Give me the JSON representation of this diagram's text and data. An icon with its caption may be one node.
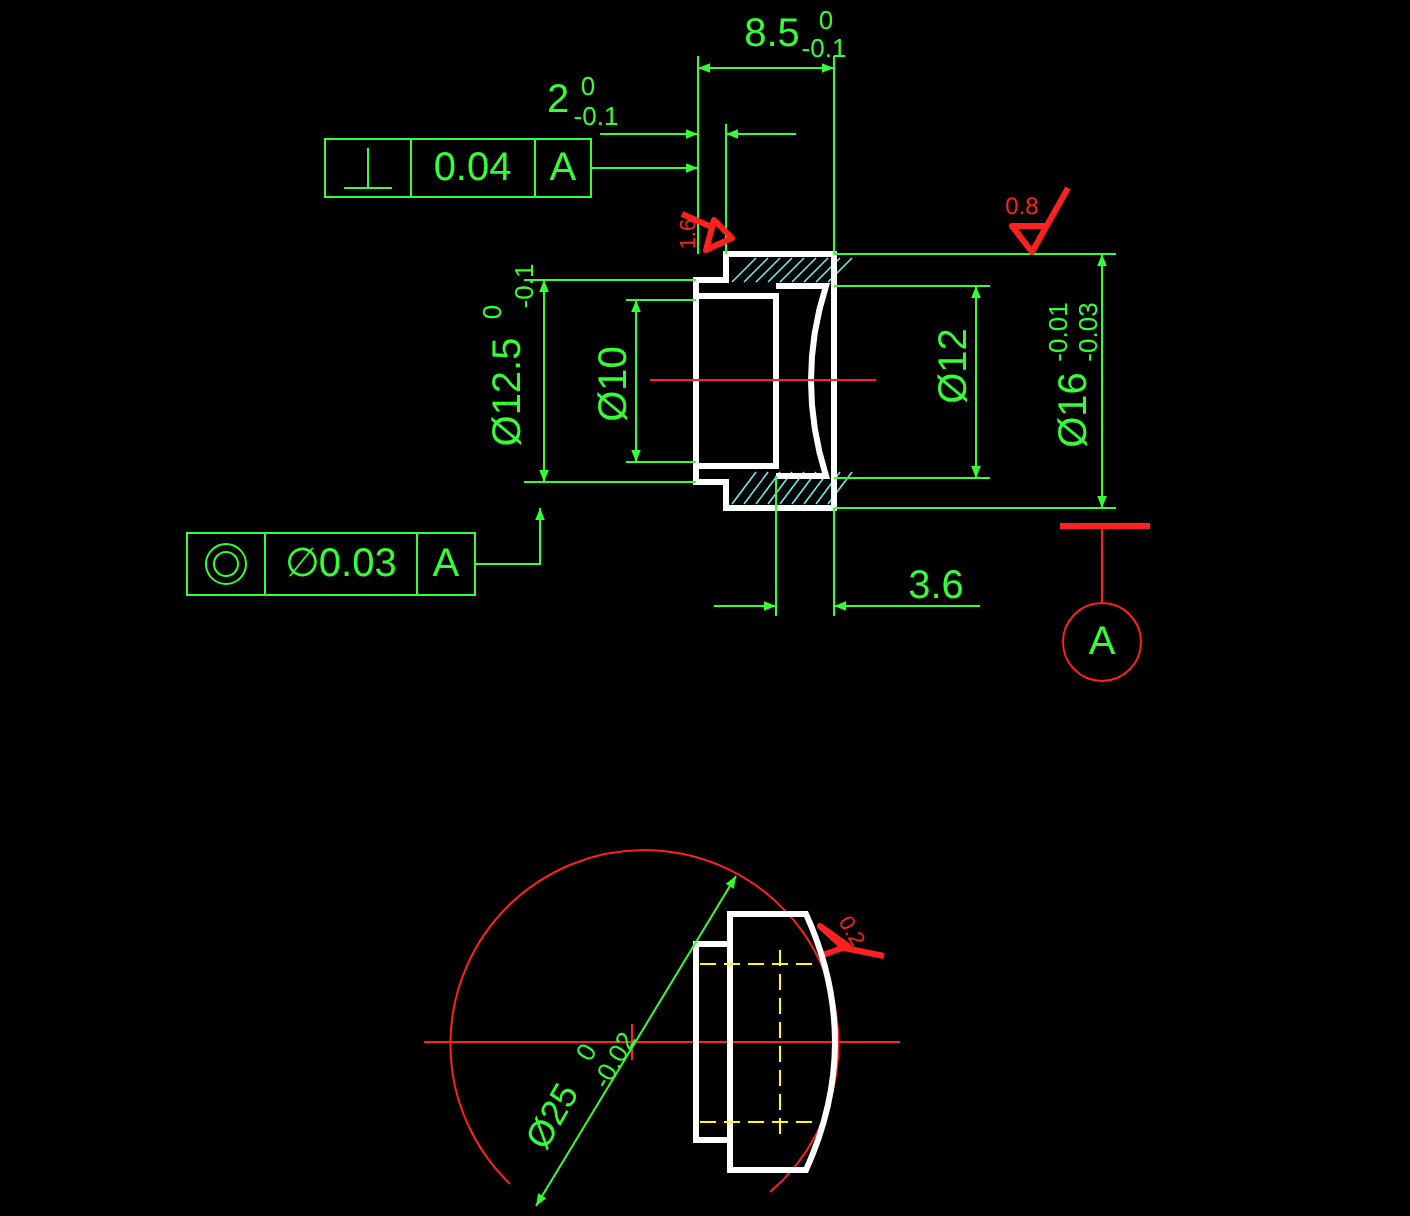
{
  "diagram": {
    "nodes": [
      {
        "text": [
          "0.04",
          "A"
        ]
      },
      {
        "text": [
          "∅0.03",
          "A"
        ]
      },
      {
        "text": [
          "A"
        ]
      }
    ],
    "edges": [
      {
        "from": 0,
        "to": null,
        "arrow": "to"
      },
      {
        "from": 1,
        "to": null,
        "arrow": "to"
      },
      {
        "from": 2,
        "to": null,
        "arrow": "none",
        "color": "#ff2020"
      }
    ],
    "labels": [
      "8.5",
      "0",
      "-0.1",
      "2",
      "0",
      "-0.1",
      "1.6",
      "0.8",
      "Ø12.5",
      "0",
      "-0.1",
      "Ø10",
      "Ø12",
      "Ø16",
      "-0.01",
      "-0.03",
      "3.6",
      "Ø25",
      "0",
      "-0.02",
      "0.2"
    ]
  }
}
